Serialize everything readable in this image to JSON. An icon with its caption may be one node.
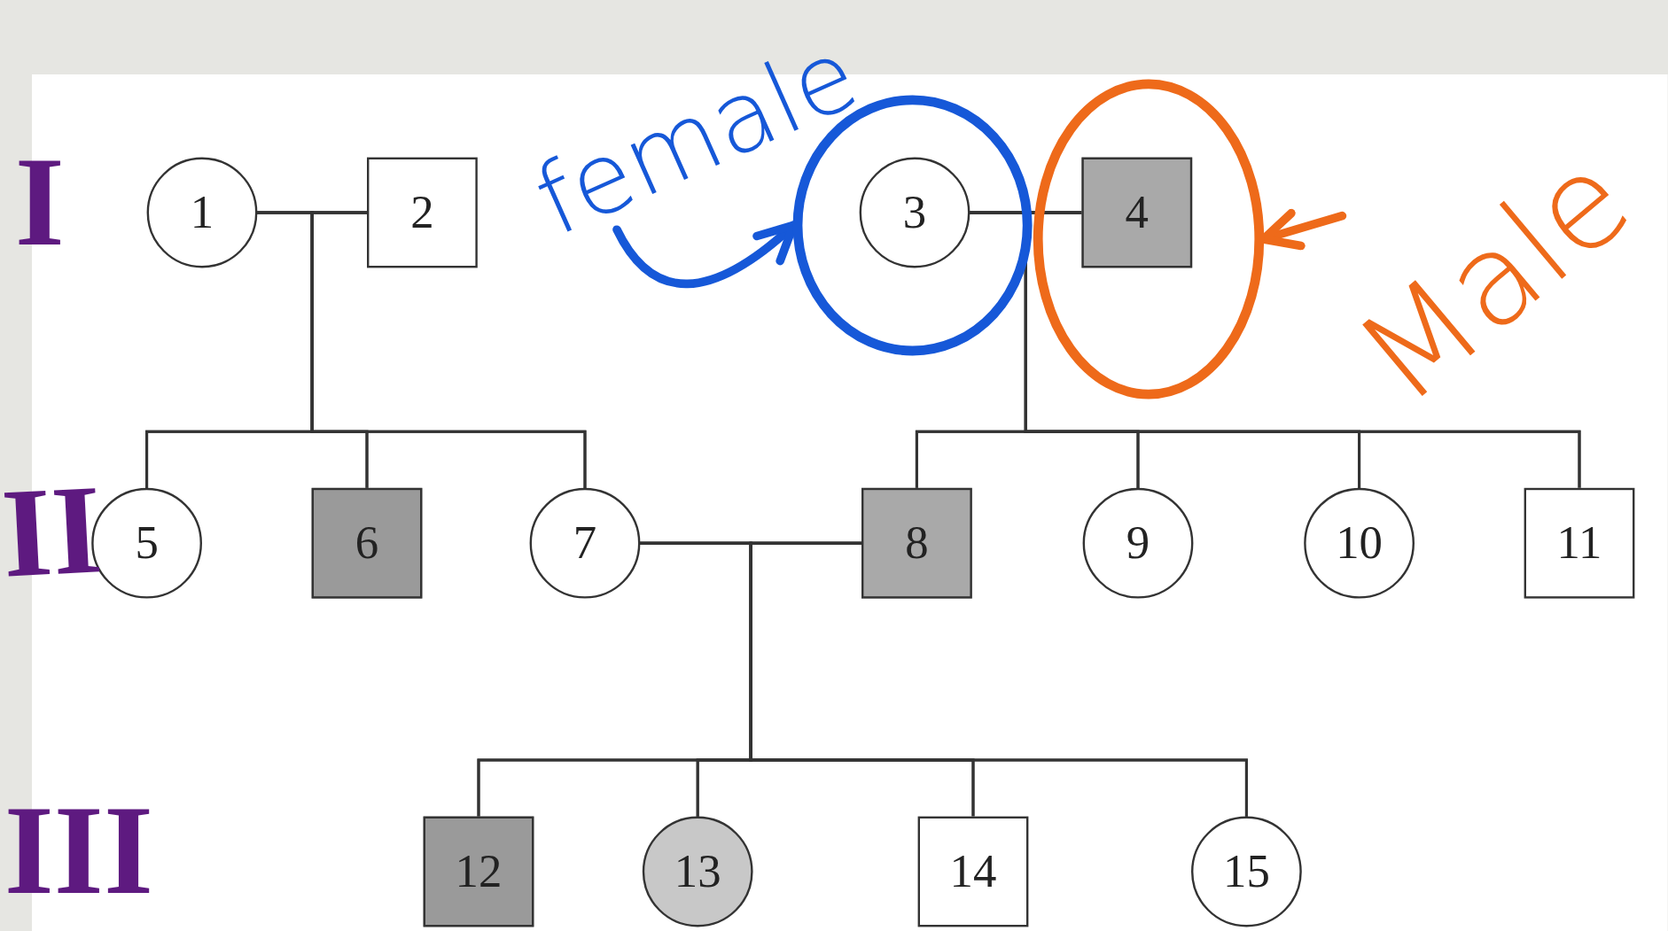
{
  "diagram": {
    "nodes": [
      {
        "text": [
          "1"
        ]
      },
      {
        "text": [
          "2"
        ]
      },
      {
        "text": [
          "female"
        ]
      },
      {
        "text": [],
        "shape": "circle"
      },
      {
        "text": [
          "3"
        ],
        "in": 3
      },
      {
        "text": [],
        "shape": "circle"
      },
      {
        "text": [
          "4"
        ],
        "in": 5
      },
      {
        "text": [
          "Male"
        ]
      },
      {
        "text": [
          "5"
        ]
      },
      {
        "text": [
          "6"
        ]
      },
      {
        "text": [
          "7"
        ]
      },
      {
        "text": [
          "8"
        ]
      },
      {
        "text": [
          "9"
        ]
      },
      {
        "text": [
          "10"
        ]
      },
      {
        "text": [
          "11"
        ]
      },
      {
        "text": [
          "12"
        ]
      },
      {
        "text": [
          "13"
        ]
      },
      {
        "text": [
          "14"
        ]
      },
      {
        "text": [
          "15"
        ]
      }
    ],
    "edges": [
      {
        "from": 0,
        "to": 1,
        "arrow": "none"
      },
      {
        "from": 0,
        "to": 8,
        "arrow": "none"
      },
      {
        "from": 1,
        "to": 8,
        "arrow": "none"
      },
      {
        "from": 0,
        "to": 9,
        "arrow": "none"
      },
      {
        "from": 1,
        "to": 9,
        "arrow": "none"
      },
      {
        "from": 0,
        "to": 10,
        "arrow": "none"
      },
      {
        "from": 1,
        "to": 10,
        "arrow": "none"
      },
      {
        "from": 4,
        "to": 6,
        "arrow": "none"
      },
      {
        "from": 4,
        "to": 11,
        "arrow": "none"
      },
      {
        "from": 6,
        "to": 11,
        "arrow": "none"
      },
      {
        "from": 4,
        "to": 12,
        "arrow": "none"
      },
      {
        "from": 6,
        "to": 12,
        "arrow": "none"
      },
      {
        "from": 4,
        "to": 13,
        "arrow": "none"
      },
      {
        "from": 6,
        "to": 13,
        "arrow": "none"
      },
      {
        "from": 4,
        "to": 14,
        "arrow": "none"
      },
      {
        "from": 6,
        "to": 14,
        "arrow": "none"
      },
      {
        "from": 10,
        "to": 11,
        "arrow": "none"
      },
      {
        "from": 10,
        "to": 15,
        "arrow": "none"
      },
      {
        "from": 11,
        "to": 15,
        "arrow": "none"
      },
      {
        "from": 10,
        "to": 16,
        "arrow": "none"
      },
      {
        "from": 11,
        "to": 16,
        "arrow": "none"
      },
      {
        "from": 10,
        "to": 17,
        "arrow": "none"
      },
      {
        "from": 11,
        "to": 17,
        "arrow": "none"
      },
      {
        "from": 10,
        "to": 18,
        "arrow": "none"
      },
      {
        "from": 11,
        "to": 18,
        "arrow": "none"
      },
      {
        "from": 2,
        "to": 3,
        "arrow": "to",
        "style": "thick",
        "color": "#1658d8"
      },
      {
        "from": 7,
        "to": 5,
        "arrow": "to",
        "style": "thick",
        "color": "#ee6a1a"
      }
    ],
    "labels": [
      "I",
      "II",
      "III"
    ]
  }
}
